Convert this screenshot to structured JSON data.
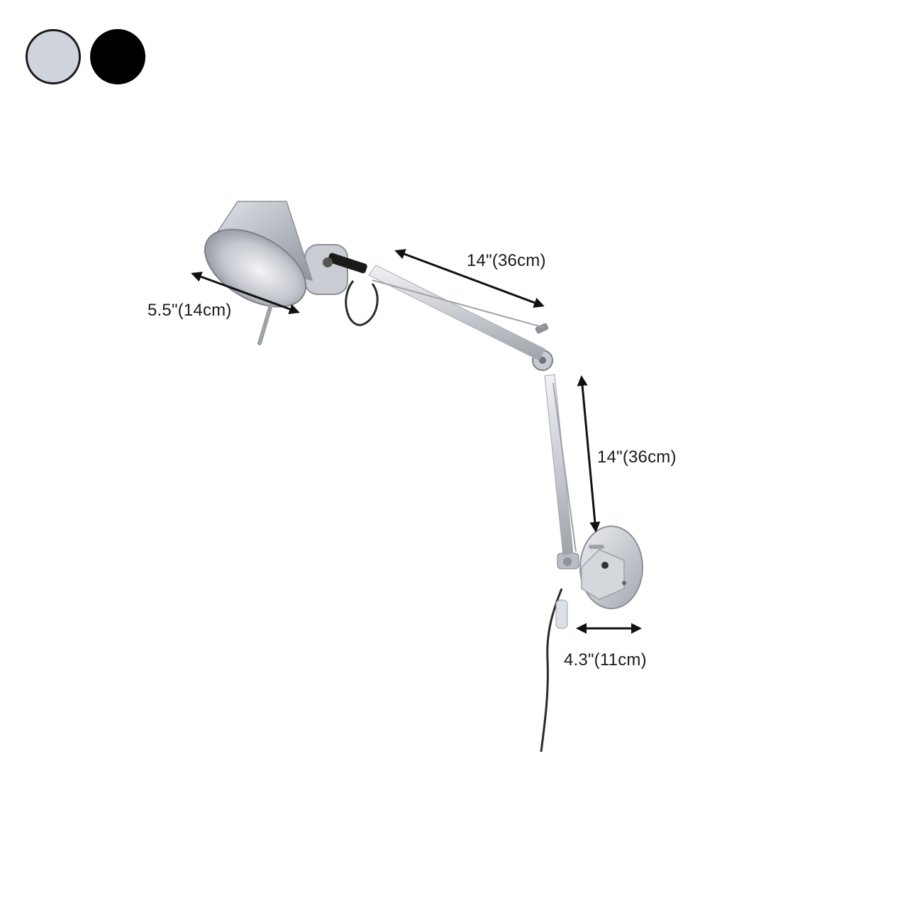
{
  "color_options": [
    {
      "name": "silver",
      "color": "#cfd3db"
    },
    {
      "name": "black",
      "color": "#000000"
    }
  ],
  "dimensions": {
    "shade_diameter": "5.5\"(14cm)",
    "upper_arm_length": "14\"(36cm)",
    "lower_arm_length": "14\"(36cm)",
    "wall_plate_diameter": "4.3\"(11cm)"
  },
  "colors": {
    "metal": "#c8cbd2",
    "metal_dark": "#8d9199",
    "metal_light": "#eef0f3",
    "arrow": "#111111",
    "cord": "#2a2a2a"
  }
}
